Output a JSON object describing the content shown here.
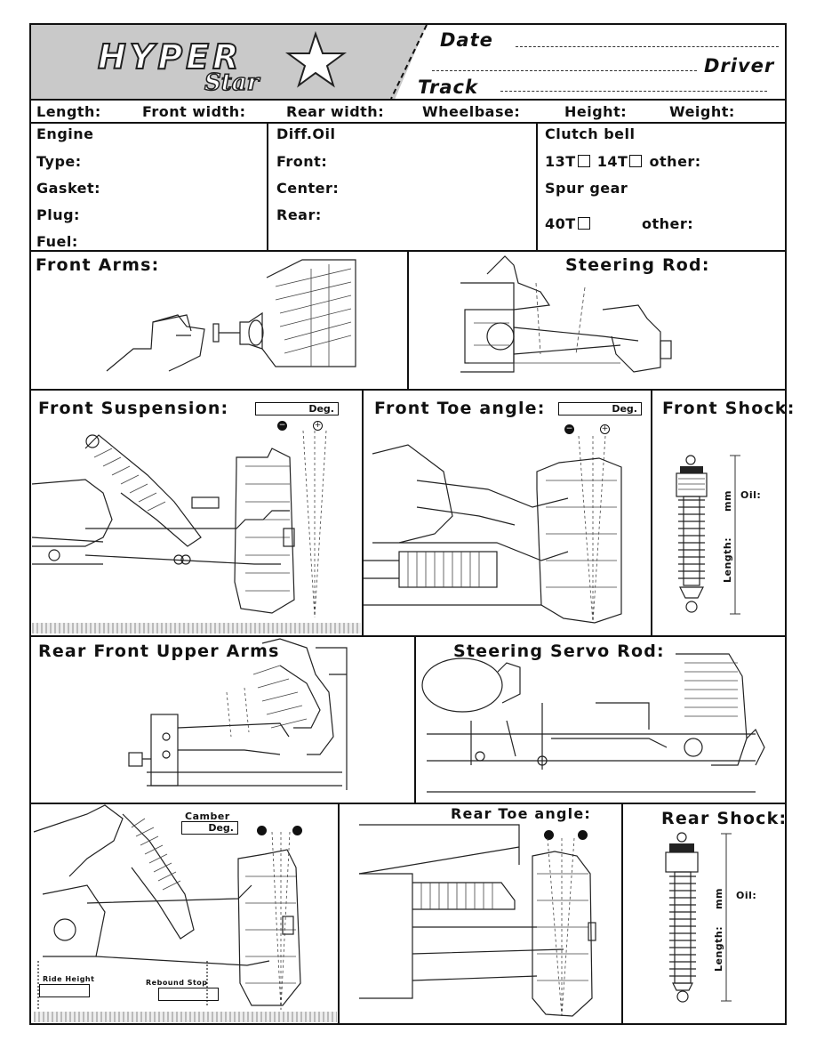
{
  "header": {
    "logo_line1": "HYPER",
    "logo_line2": "Star",
    "date_label": "Date",
    "driver_label": "Driver",
    "track_label": "Track"
  },
  "measurements": {
    "length": "Length:",
    "front_width": "Front width:",
    "rear_width": "Rear width:",
    "wheelbase": "Wheelbase:",
    "height": "Height:",
    "weight": "Weight:"
  },
  "engine": {
    "title": "Engine",
    "type": "Type:",
    "gasket": "Gasket:",
    "plug": "Plug:",
    "fuel": "Fuel:"
  },
  "diff_oil": {
    "title": "Diff.Oil",
    "front": "Front:",
    "center": "Center:",
    "rear": "Rear:"
  },
  "clutch": {
    "title": "Clutch bell",
    "t13": "13T",
    "t14": "14T",
    "other1": "other:",
    "spur_title": "Spur gear",
    "t40": "40T",
    "other2": "other:"
  },
  "sections": {
    "front_arms": "Front  Arms:",
    "steering_rod": "Steering Rod:",
    "front_suspension": "Front Suspension:",
    "front_toe": "Front Toe angle:",
    "front_shock": "Front Shock:",
    "rear_front_upper_arms": "Rear Front Upper Arms",
    "steering_servo_rod": "Steering Servo Rod:",
    "rear_toe": "Rear Toe angle:",
    "rear_shock": "Rear Shock:"
  },
  "deg_label": "Deg.",
  "minus": "−",
  "plus": "+",
  "shock": {
    "oil": "Oil:",
    "mm": "mm",
    "length": "Length:"
  },
  "rear_camber": {
    "camber": "Camber",
    "deg": "Deg.",
    "ride_height": "Ride Height",
    "rebound_stop": "Rebound Stop"
  }
}
